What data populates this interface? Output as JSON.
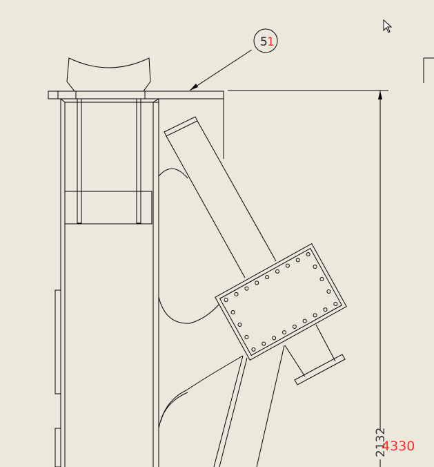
{
  "balloon": {
    "number": "5",
    "overlay_number": "1"
  },
  "dimension": {
    "value": "2132",
    "overlay_value": "4330"
  },
  "colors": {
    "background": "#ece9dc",
    "line": "#000000",
    "overlay_text": "#ff2a2a"
  }
}
